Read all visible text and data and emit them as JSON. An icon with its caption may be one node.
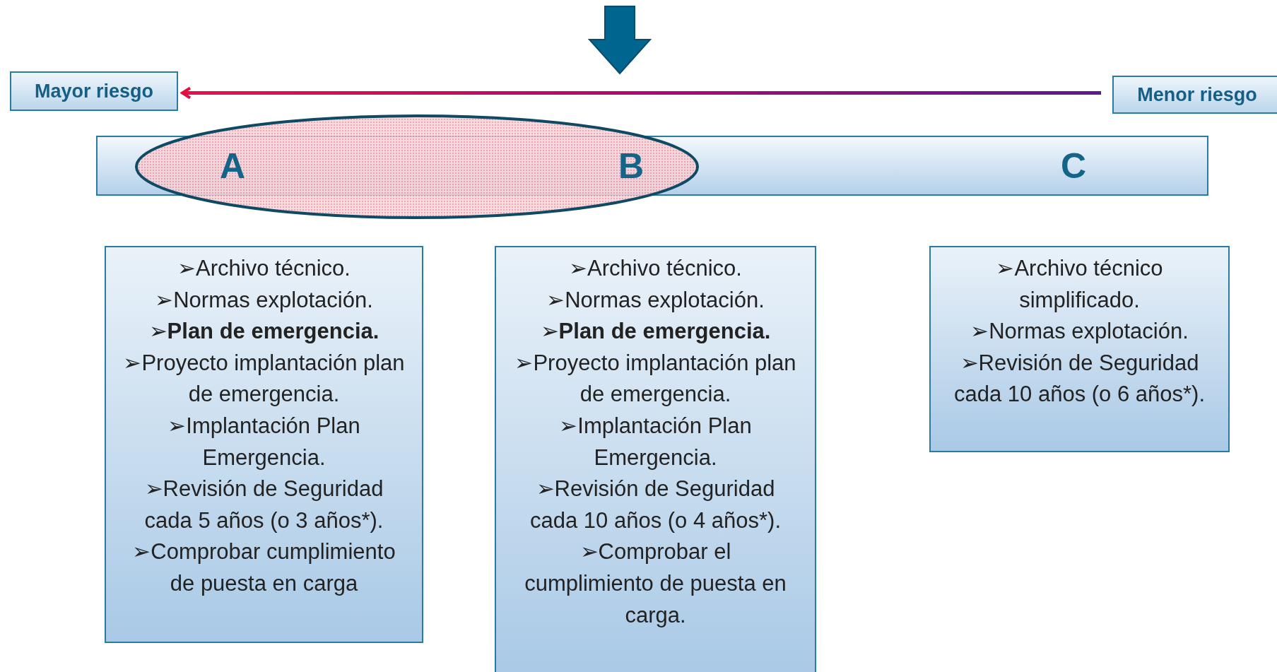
{
  "diagram": {
    "nodes": [
      {
        "text": [
          "Mayor riesgo"
        ]
      },
      {
        "text": [
          "Menor riesgo"
        ]
      },
      {
        "text": [
          "A",
          "B",
          "C"
        ]
      },
      {
        "text": [
          "➢Archivo técnico.",
          "➢Normas explotación.",
          "➢**Plan de emergencia.**",
          "➢Proyecto implantación plan de emergencia.",
          "➢Implantación Plan Emergencia.",
          "➢Revisión de Seguridad cada 5 años (o 3 años*).",
          "➢Comprobar cumplimiento de puesta en carga"
        ]
      },
      {
        "text": [
          "➢Archivo técnico.",
          "➢Normas explotación.",
          "➢**Plan de emergencia.**",
          "➢Proyecto implantación plan de emergencia.",
          "➢Implantación Plan Emergencia.",
          "➢Revisión de Seguridad cada 10 años (o 4 años*).",
          "➢Comprobar el cumplimiento de puesta en carga."
        ]
      },
      {
        "text": [
          "➢Archivo técnico simplificado.",
          "➢Normas explotación.",
          "➢Revisión de Seguridad cada 10 años (o 6 años*)."
        ]
      }
    ],
    "edges": [
      {
        "from": 1,
        "to": 0,
        "arrow": "to"
      }
    ]
  }
}
